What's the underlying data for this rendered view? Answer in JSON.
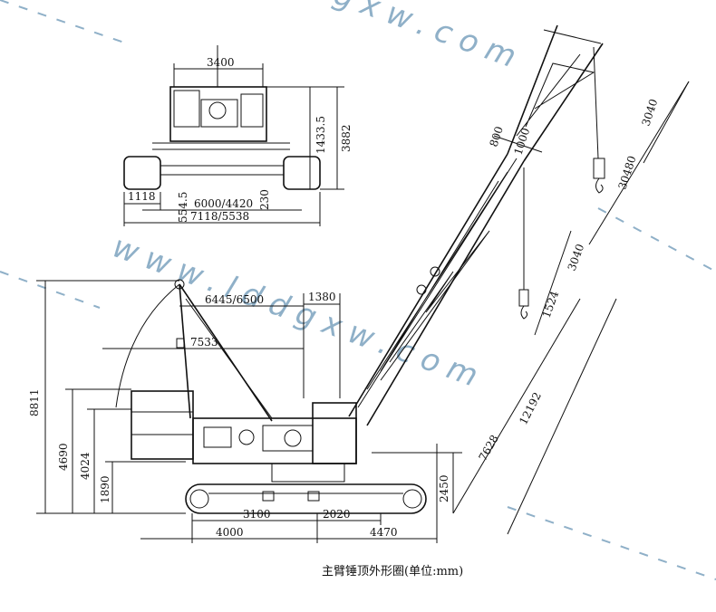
{
  "caption": "主臂锤顶外形圈(单位:mm)",
  "watermark": {
    "top_text": "www.lddgxw.com",
    "bottom_text": "www.lddgxw.com",
    "color": "#8fb0c8"
  },
  "front_view_dims": {
    "width_top": "3400",
    "height_1": "1433.5",
    "height_2": "3882",
    "track_width": "1118",
    "ground_clear": "554.5",
    "gauge": "6000/4420",
    "tread": "230",
    "overall_width": "7118/5538"
  },
  "side_view_dims": {
    "total_height": "8811",
    "radius_top": "6445/6500",
    "offset_1380": "1380",
    "radius_mid": "7533",
    "h4690": "4690",
    "h4024": "4024",
    "h1890": "1890",
    "h2450": "2450",
    "len3100": "3100",
    "len2020": "2020",
    "len4000": "4000",
    "len4470": "4470"
  },
  "boom_dims": {
    "d800": "800",
    "d1000": "1000",
    "d3040_top": "3040",
    "d3040_mid": "3040",
    "d30480": "30480",
    "d1524": "1524",
    "d12192": "12192",
    "d7628": "7628"
  }
}
